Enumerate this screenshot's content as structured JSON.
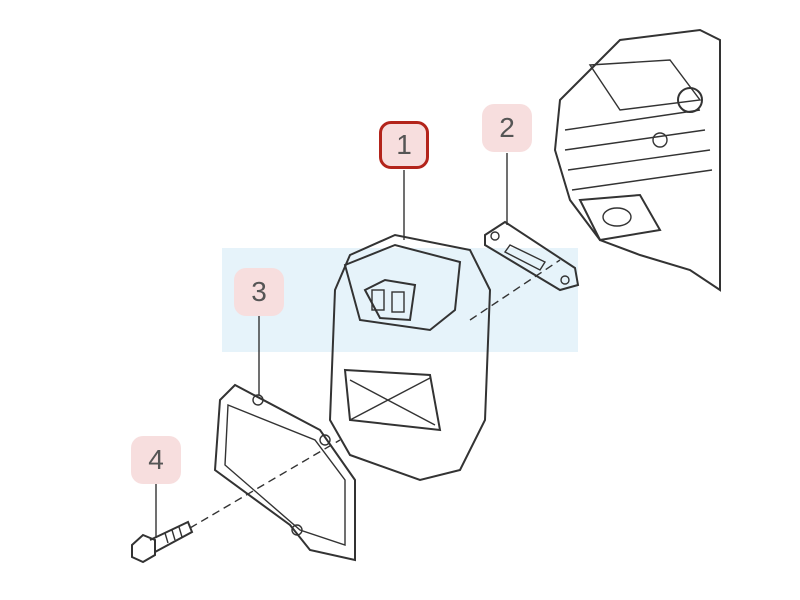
{
  "diagram": {
    "callouts": [
      {
        "label": "1",
        "part": "muffler",
        "selected": true
      },
      {
        "label": "2",
        "part": "gasket"
      },
      {
        "label": "3",
        "part": "muffler-cover-plate"
      },
      {
        "label": "4",
        "part": "bolt"
      }
    ],
    "colors": {
      "callout_fill": "#f7dede",
      "selected_border": "#b3241b",
      "watermark": "#e6f3fa"
    }
  }
}
